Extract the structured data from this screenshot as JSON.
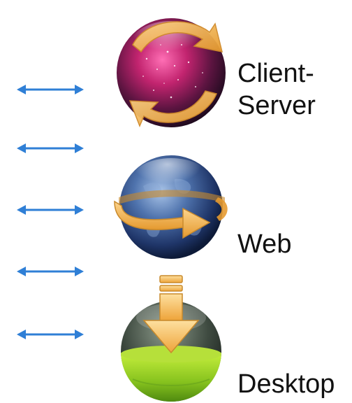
{
  "colors": {
    "arrow": "#2f7fd6",
    "swoosh": "#f3b456",
    "label": "#111111"
  },
  "arrows": [
    {
      "name": "bidirectional-arrow-1"
    },
    {
      "name": "bidirectional-arrow-2"
    },
    {
      "name": "bidirectional-arrow-3"
    },
    {
      "name": "bidirectional-arrow-4"
    },
    {
      "name": "bidirectional-arrow-5"
    }
  ],
  "tiers": [
    {
      "label": "Client-\nServer",
      "icon": "galaxy-sphere-sync-icon"
    },
    {
      "label": "Web",
      "icon": "globe-sync-icon"
    },
    {
      "label": "Desktop",
      "icon": "download-sphere-icon"
    }
  ]
}
